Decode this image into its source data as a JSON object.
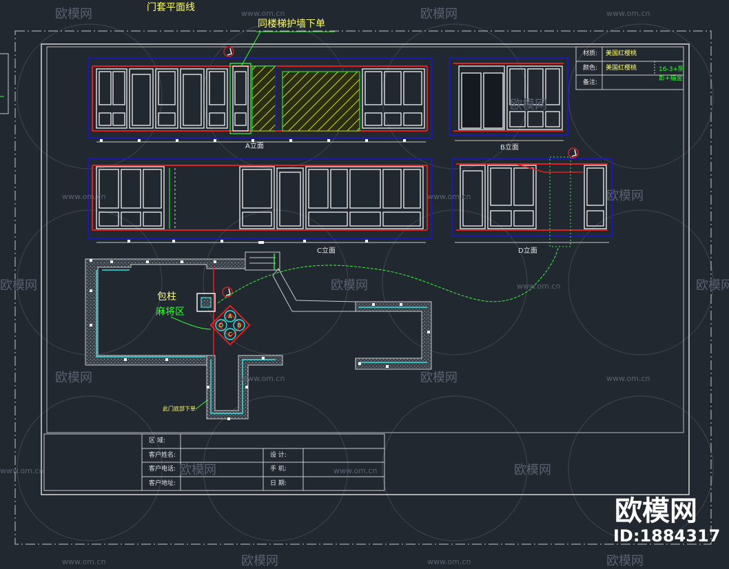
{
  "annotations": {
    "door_plan_line": "门套平面线",
    "stair_wall_note": "同楼梯护墙下单",
    "column_wrap": "包柱",
    "mahjong_area": "麻将区",
    "entry_note": "此门底部下单"
  },
  "elevations": {
    "a": "A立面",
    "b": "B立面",
    "c": "C立面",
    "d": "D立面"
  },
  "material_table": {
    "rows": [
      {
        "label": "材质:",
        "value": "美国红樱桃",
        "extra": ""
      },
      {
        "label": "颜色:",
        "value": "美国红樱桃",
        "extra": "16-3+阴影+描金"
      },
      {
        "label": "备注:",
        "value": "",
        "extra": ""
      }
    ]
  },
  "title_block": {
    "left": [
      {
        "label": "区  域:"
      },
      {
        "label": "客户姓名:"
      },
      {
        "label": "客户电话:"
      },
      {
        "label": "客户地址:"
      }
    ],
    "right": [
      {
        "label": "设  计:"
      },
      {
        "label": "手  机:"
      },
      {
        "label": "日  期:"
      }
    ]
  },
  "table_circles": [
    "A",
    "B",
    "C",
    "D"
  ],
  "watermark": {
    "url": "www.om.cn",
    "brand": "欧模网",
    "id": "ID:1884317"
  },
  "colors": {
    "background": "#212830",
    "frame": "#d8d8d8",
    "elevation_border": "#1a1ab0",
    "red_line": "#e02020",
    "hatch": "#d8d820",
    "annotation_green": "#33ff33",
    "annotation_yellow": "#ffff66",
    "cyan": "#33e6e6"
  }
}
